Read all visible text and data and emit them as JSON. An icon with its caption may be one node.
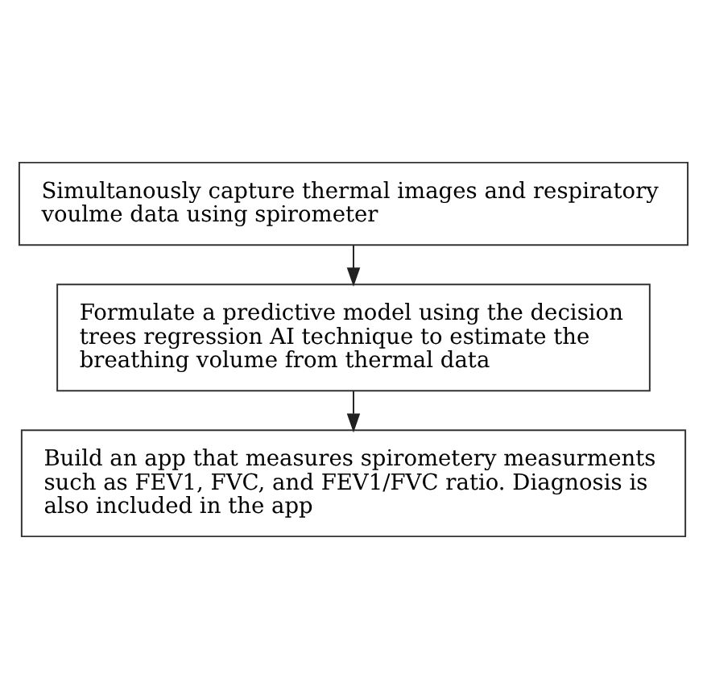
{
  "diagram": {
    "nodes": [
      {
        "text": [
          "Simultanously capture thermal images and respiratory voulme data using spirometer"
        ]
      },
      {
        "text": [
          "Formulate a predictive model using the decision trees regression AI technique to estimate the breathing volume from thermal data"
        ]
      },
      {
        "text": [
          "Build an app that measures spirometery measurments such as FEV1, FVC, and FEV1/FVC ratio. Diagnosis is also included in the app"
        ]
      }
    ],
    "edges": [
      {
        "from": 0,
        "to": 1,
        "arrow": "to"
      },
      {
        "from": 1,
        "to": 2,
        "arrow": "to"
      }
    ]
  }
}
